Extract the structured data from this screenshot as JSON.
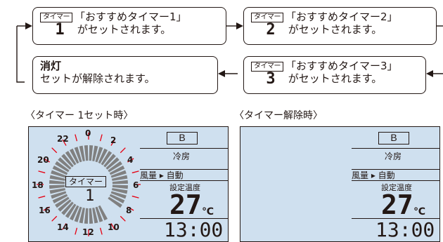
{
  "flow": {
    "box1": {
      "tag": "タイマー",
      "title": "「おすすめタイマー1」",
      "num": "1",
      "text": "がセットされます。"
    },
    "box2": {
      "tag": "タイマー",
      "title": "「おすすめタイマー2」",
      "num": "2",
      "text": "がセットされます。"
    },
    "box3": {
      "tag": "タイマー",
      "title": "「おすすめタイマー3」",
      "num": "3",
      "text": "がセットされます。"
    },
    "box4": {
      "title": "消灯",
      "text": "セットが解除されます。"
    }
  },
  "captions": {
    "left": "〈タイマー 1セット時〉",
    "right": "〈タイマー解除時〉"
  },
  "lcd_set": {
    "mode_letter": "B",
    "mode": "冷房",
    "fan": "風量 ▸ 自動",
    "temp_label": "設定温度",
    "temp": "27",
    "unit": "℃",
    "time": "13:00",
    "dial_label": "タイマー",
    "dial_num": "1",
    "hours": [
      "22",
      "0",
      "2",
      "4",
      "6",
      "8",
      "10",
      "12",
      "14",
      "16",
      "18",
      "20"
    ]
  },
  "lcd_off": {
    "mode_letter": "B",
    "mode": "冷房",
    "fan": "風量 ▸ 自動",
    "temp_label": "設定温度",
    "temp": "27",
    "unit": "℃",
    "time": "13:00"
  },
  "colors": {
    "ink": "#231815",
    "lcd_bg": "#cfe0ef",
    "tick_red": "#e60012",
    "dial_gray": "#808080"
  }
}
